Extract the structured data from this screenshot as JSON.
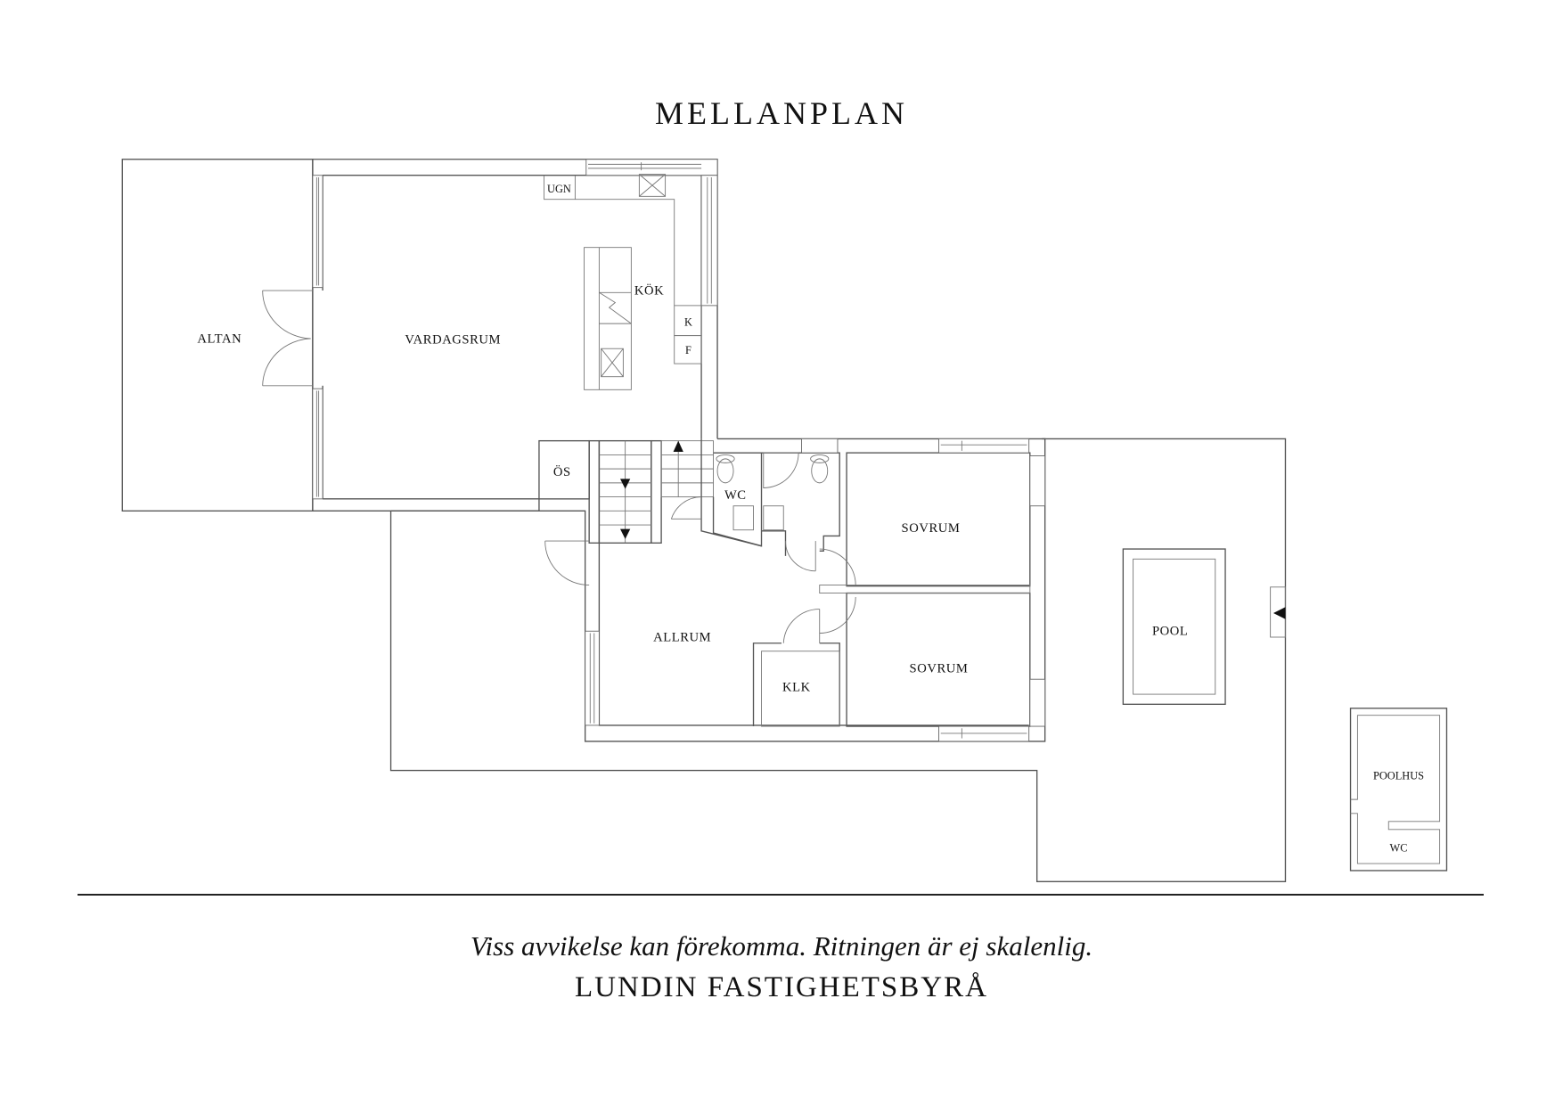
{
  "header": {
    "title": "MELLANPLAN"
  },
  "rooms": {
    "altan": "ALTAN",
    "vardagsrum": "VARDAGSRUM",
    "kok": "KÖK",
    "ugn": "UGN",
    "kyl": "K",
    "frys": "F",
    "os": "ÖS",
    "wc_main": "WC",
    "sovrum_1": "SOVRUM",
    "sovrum_2": "SOVRUM",
    "allrum": "ALLRUM",
    "klk": "KLK",
    "pool": "POOL",
    "poolhus": "POOLHUS",
    "wc_poolhus": "WC"
  },
  "footer": {
    "disclaimer": "Viss avvikelse kan förekomma. Ritningen är ej skalenlig.",
    "agency": "LUNDIN FASTIGHETSBYRÅ"
  },
  "colors": {
    "line": "#555555",
    "text": "#111111",
    "background": "#ffffff",
    "rule": "#222222"
  }
}
